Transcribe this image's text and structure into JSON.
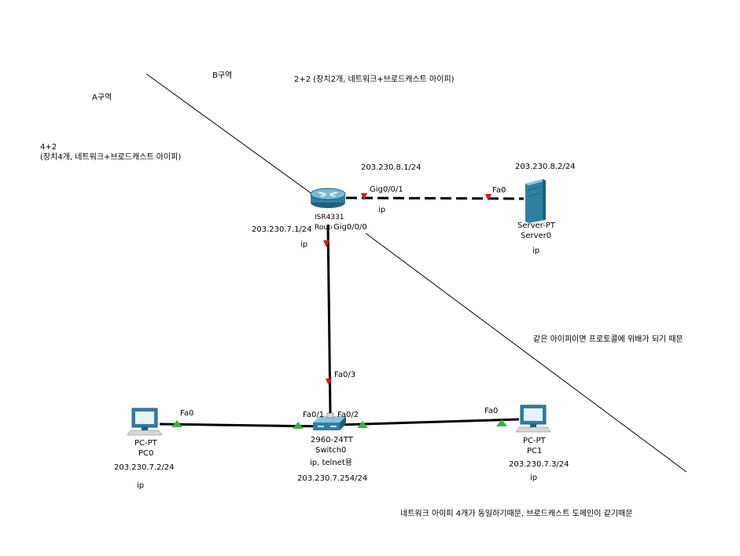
{
  "zones": {
    "a_label": "A구역",
    "b_label": "B구역"
  },
  "notes": {
    "b_formula": "2+2 (장치2개, 네트워크+브로드캐스트 아이피)",
    "a_formula_line1": "4+2",
    "a_formula_line2": "(장치4개, 네트워크+브로드캐스트 아이피)",
    "same_ip_reason": "같은 아이피이면 프로토콜에 위배가 되기 때문",
    "broadcast_reason": "네트워크 아이피 4개가 동일하기때문, 브로드캐스트 도메인이 같기때문"
  },
  "router": {
    "model_label": "ISR4331",
    "name_label": "Router0",
    "left_ip": "203.230.7.1/24",
    "left_ip_tag": "ip",
    "right_ip": "203.230.8.1/24",
    "right_ip_tag": "ip",
    "port_gig001": "Gig0/0/1",
    "port_gig000": "Gig0/0/0"
  },
  "server": {
    "model": "Server-PT",
    "name": "Server0",
    "ip": "203.230.8.2/24",
    "ip_tag": "ip",
    "port": "Fa0"
  },
  "switch": {
    "model": "2960-24TT",
    "name": "Switch0",
    "desc": "ip, telnet용",
    "ip": "203.230.7.254/24",
    "port_fa03": "Fa0/3",
    "port_fa01": "Fa0/1",
    "port_fa02": "Fa0/2"
  },
  "pc0": {
    "model": "PC-PT",
    "name": "PC0",
    "ip": "203.230.7.2/24",
    "ip_tag": "ip",
    "port": "Fa0"
  },
  "pc1": {
    "model": "PC-PT",
    "name": "PC1",
    "ip": "203.230.7.3/24",
    "ip_tag": "ip",
    "port": "Fa0"
  },
  "colors": {
    "link": "#000000",
    "link_down": "#d71920",
    "link_up": "#3cb043",
    "device_blue": "#2f7fa3"
  }
}
